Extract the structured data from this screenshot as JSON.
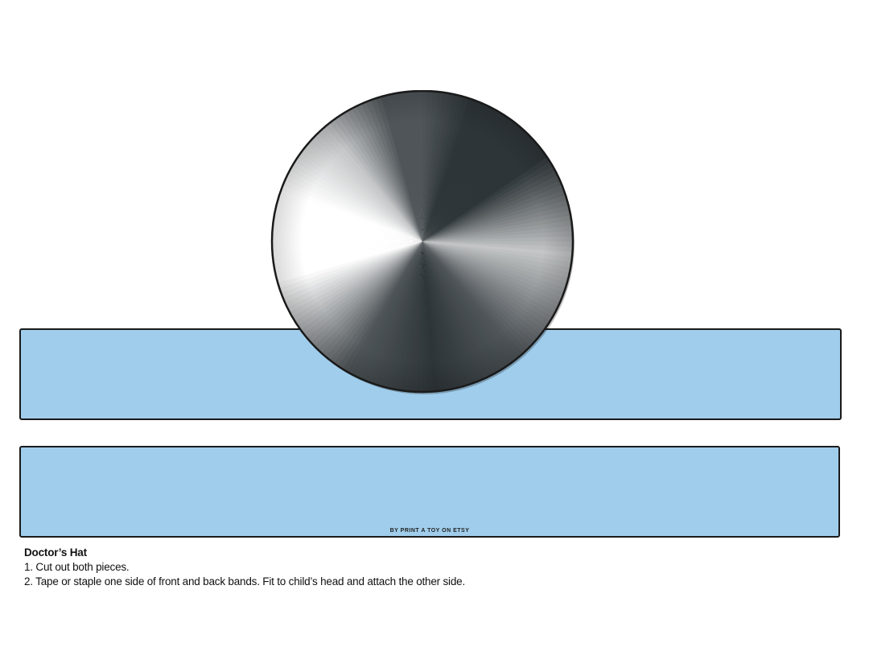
{
  "bands": {
    "fill_color": "#a0cdeb",
    "border_color": "#1a1a1a",
    "credit": "BY PRINT A TOY ON ETSY"
  },
  "mirror": {
    "icon": "head-mirror-icon",
    "colors": [
      "#ffffff",
      "#c4c6c7",
      "#4f5559",
      "#2e3538"
    ]
  },
  "instructions": {
    "title": "Doctor’s Hat",
    "steps": [
      "1. Cut out both pieces.",
      "2. Tape or staple one side of front and back bands. Fit to child’s head and attach the other side."
    ]
  }
}
